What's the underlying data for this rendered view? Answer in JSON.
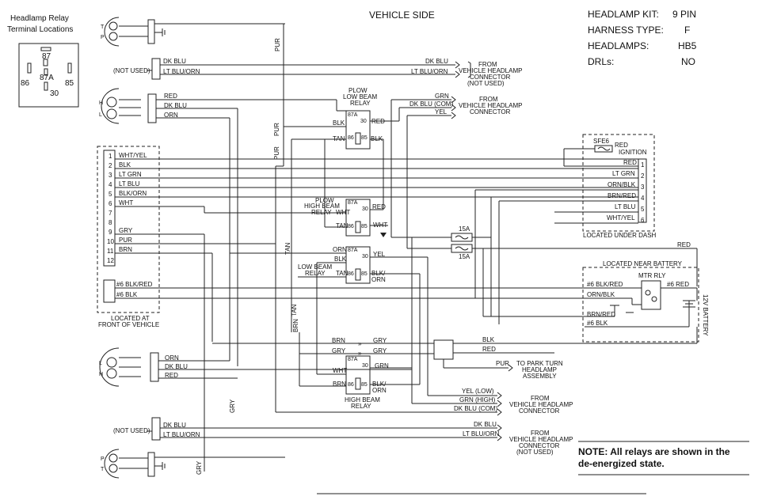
{
  "header": {
    "vehicle_side": "VEHICLE SIDE",
    "relay_title_1": "Headlamp Relay",
    "relay_title_2": "Terminal Locations",
    "relay_pins": [
      "87",
      "87A",
      "86",
      "85",
      "30"
    ]
  },
  "specs": [
    {
      "label": "HEADLAMP KIT:",
      "value": "9 PIN"
    },
    {
      "label": "HARNESS TYPE:",
      "value": "F"
    },
    {
      "label": "HEADLAMPS:",
      "value": "HB5"
    },
    {
      "label": "DRLs:",
      "value": "NO"
    }
  ],
  "plugs": {
    "p": "P",
    "t": "T",
    "h": "H",
    "l": "L"
  },
  "wires": {
    "pur": "PUR",
    "dk_blu": "DK BLU",
    "lt_blu_orn": "LT BLU/ORN",
    "red": "RED",
    "orn": "ORN",
    "wht": "WHT",
    "blk": "BLK",
    "tan": "TAN",
    "grn": "GRN",
    "yel": "YEL",
    "brn": "BRN",
    "gry": "GRY",
    "blk_orn_1": "BLK/",
    "blk_orn_2": "ORN",
    "dk_blu_com": "DK BLU (COM)",
    "yel_low": "YEL (LOW)",
    "grn_high": "GRN (HIGH)",
    "wht_yel": "WHT/YEL",
    "lt_grn": "LT GRN",
    "lt_blu": "LT BLU",
    "blk_orn": "BLK/ORN",
    "orn_blk": "ORN/BLK",
    "brn_red": "BRN/RED",
    "blk6": "#6 BLK",
    "blk_red6": "#6 BLK/RED",
    "red6": "#6 RED"
  },
  "notes": {
    "not_used": "(NOT USED)",
    "from": "FROM",
    "vehicle_headlamp": "VEHICLE HEADLAMP",
    "connector": "CONNECTOR",
    "to_park_turn": "TO PARK TURN",
    "headlamp": "HEADLAMP",
    "assembly": "ASSEMBLY",
    "located_at": "LOCATED AT",
    "front_of_vehicle": "FRONT OF VEHICLE",
    "located_under_dash": "LOCATED UNDER DASH",
    "located_near_battery": "LOCATED NEAR BATTERY",
    "ignition": "IGNITION",
    "sfe6": "SFE6",
    "mtr_rly": "MTR RLY",
    "battery": "12V BATTERY",
    "fuse_15a": "15A"
  },
  "relays": {
    "plow_low_1": "PLOW",
    "plow_low_2": "LOW BEAM",
    "plow_low_3": "RELAY",
    "plow_high_1": "PLOW",
    "plow_high_2": "HIGH BEAM",
    "plow_high_3": "RELAY",
    "low_beam_1": "LOW BEAM",
    "low_beam_2": "RELAY",
    "high_beam_1": "HIGH BEAM",
    "high_beam_2": "RELAY"
  },
  "connector_pins": [
    "1",
    "2",
    "3",
    "4",
    "5",
    "6",
    "7",
    "8",
    "9",
    "10",
    "11",
    "12"
  ],
  "dash_pins": [
    "1",
    "2",
    "3",
    "4",
    "5",
    "6"
  ],
  "note": {
    "line1": "NOTE: All relays are shown in the",
    "line2": "de-energized state."
  }
}
